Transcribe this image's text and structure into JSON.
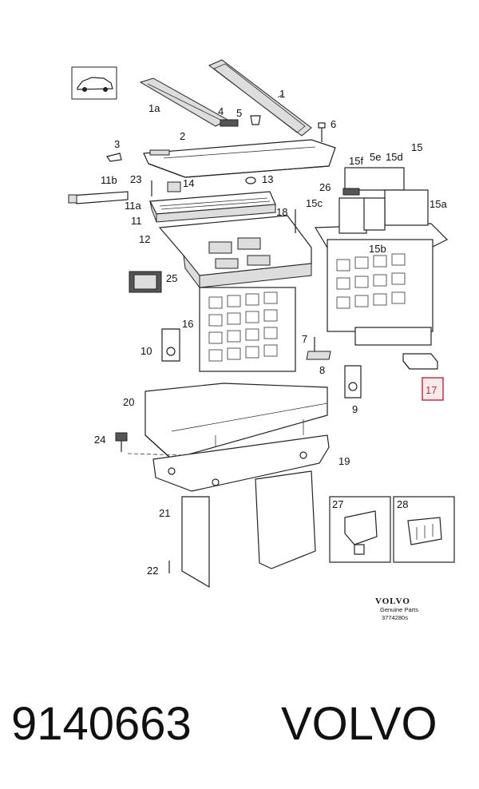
{
  "diagram": {
    "callouts": {
      "c1": "1",
      "c1a": "1a",
      "c2": "2",
      "c3": "3",
      "c4": "4",
      "c5": "5",
      "c6": "6",
      "c7": "7",
      "c8": "8",
      "c9": "9",
      "c10": "10",
      "c11": "11",
      "c11a": "11a",
      "c11b": "11b",
      "c12": "12",
      "c13": "13",
      "c14": "14",
      "c15": "15",
      "c15a": "15a",
      "c15b": "15b",
      "c15c": "15c",
      "c15d": "15d",
      "c15e": "5e",
      "c15f": "15f",
      "c16": "16",
      "c17": "17",
      "c18": "18",
      "c19": "19",
      "c20": "20",
      "c21": "21",
      "c22": "22",
      "c23": "23",
      "c24": "24",
      "c25": "25",
      "c26": "26",
      "c27": "27",
      "c28": "28"
    },
    "highlighted_part": "17",
    "highlight_color": "#c0334d",
    "brand": {
      "name": "VOLVO",
      "subtitle": "Genuine Parts",
      "code": "3774280s"
    }
  },
  "footer": {
    "part_number": "9140663",
    "maker": "VOLVO"
  }
}
